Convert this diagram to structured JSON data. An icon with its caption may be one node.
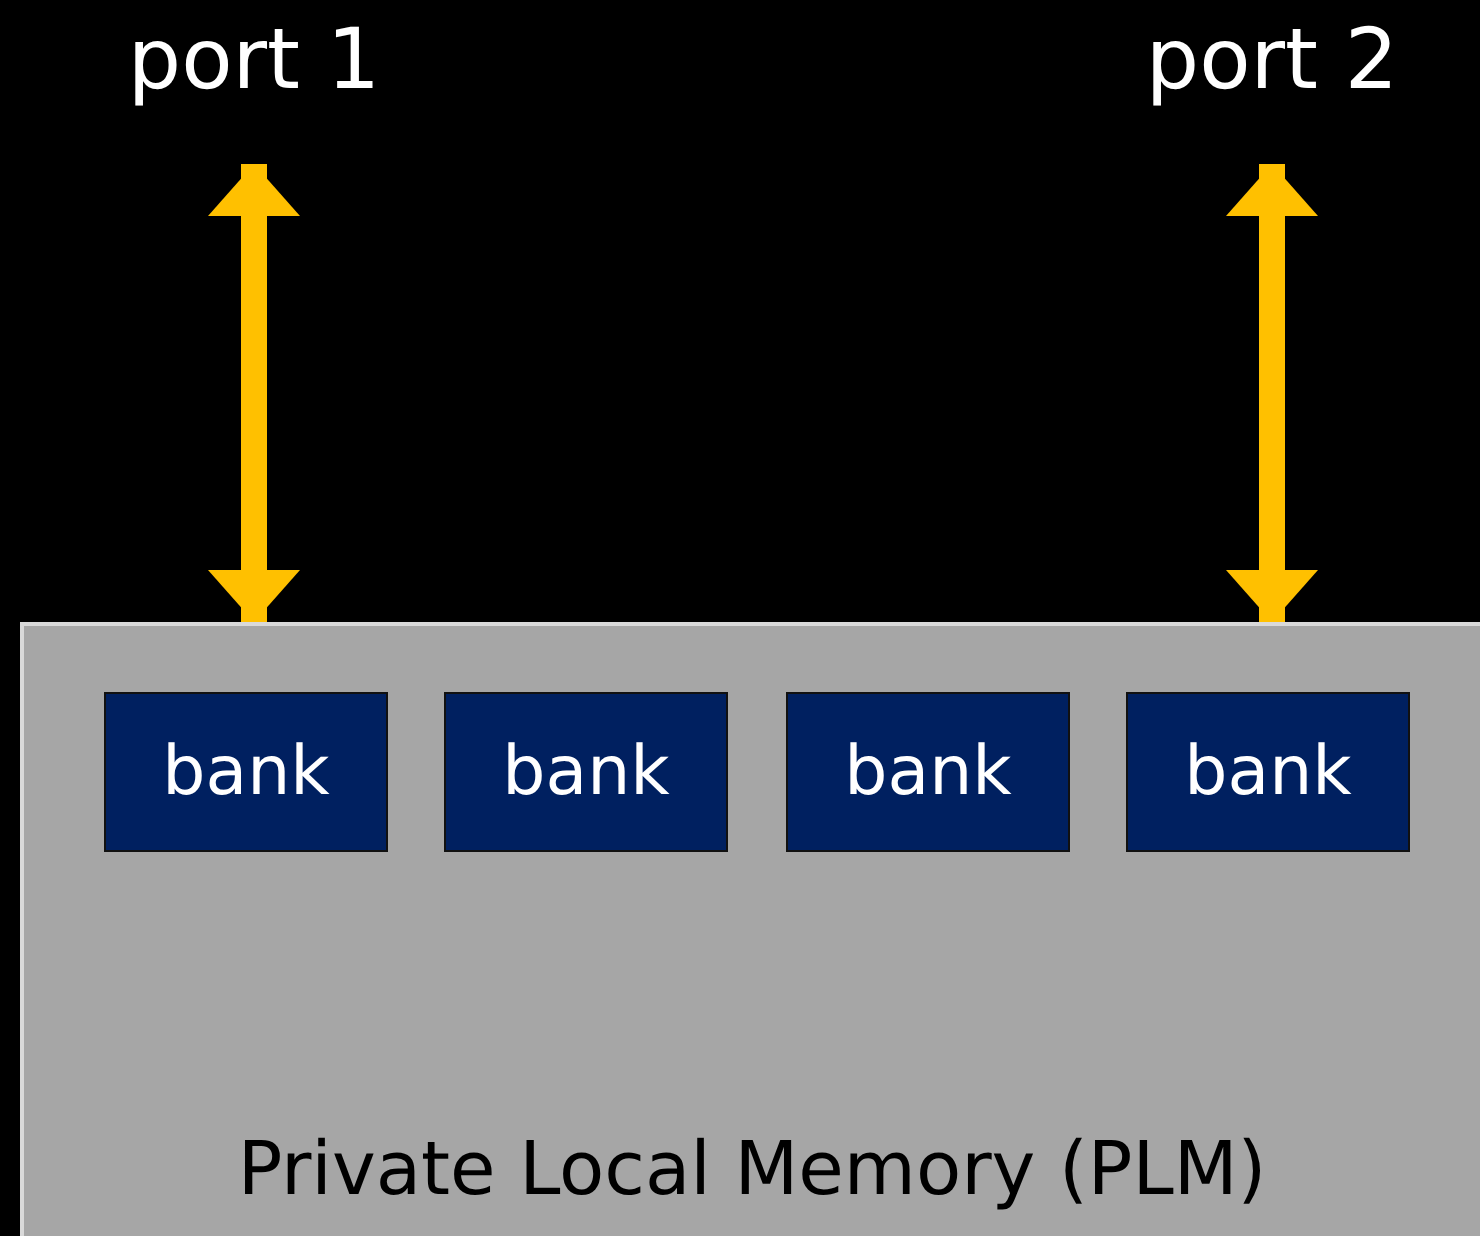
{
  "diagram": {
    "nodes": [
      {
        "text": [
          "port 1"
        ]
      },
      {
        "text": [
          "port 2"
        ]
      },
      {
        "text": [
          "Private Local Memory (PLM)"
        ]
      },
      {
        "text": [
          "bank"
        ],
        "in": 2
      },
      {
        "text": [
          "bank"
        ],
        "in": 2
      },
      {
        "text": [
          "bank"
        ],
        "in": 2
      },
      {
        "text": [
          "bank"
        ],
        "in": 2
      }
    ],
    "edges": [
      {
        "from": 0,
        "to": 2,
        "arrow": "both"
      },
      {
        "from": 1,
        "to": 2,
        "arrow": "both"
      }
    ]
  }
}
